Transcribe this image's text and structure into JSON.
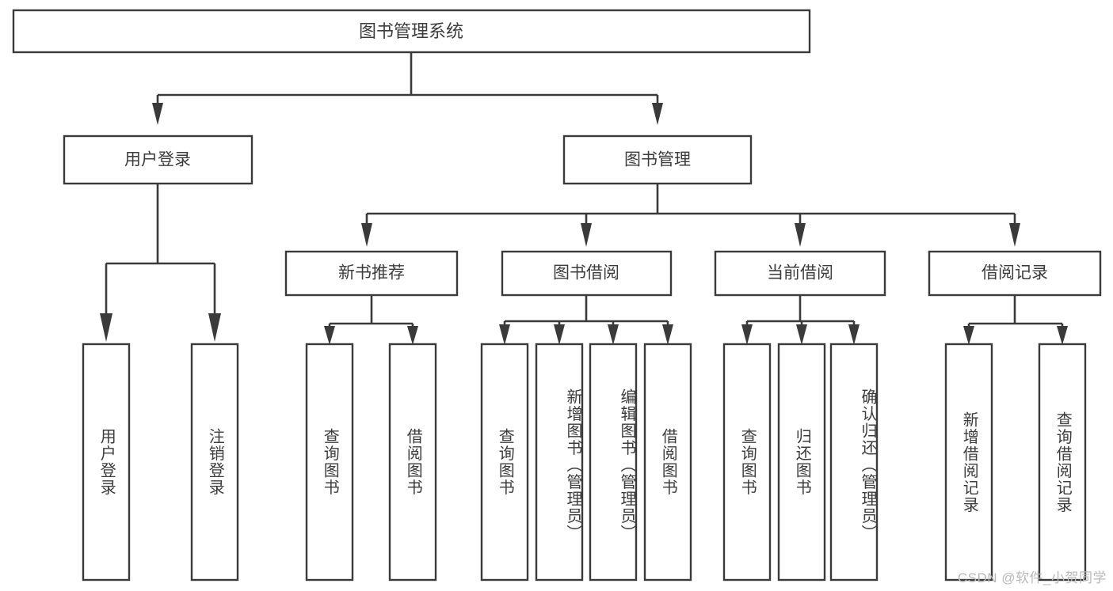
{
  "diagram": {
    "type": "tree-hierarchy",
    "title": "图书管理系统",
    "watermark": "CSDN @软件_小贺同学",
    "colors": {
      "line": "#3a3a3a",
      "box_fill": "#ffffff",
      "text": "#3c3c3c",
      "watermark": "#b9b9b9",
      "background": "#ffffff"
    },
    "root": {
      "label": "图书管理系统",
      "orientation": "horizontal"
    },
    "level2": [
      {
        "label": "用户登录",
        "orientation": "horizontal"
      },
      {
        "label": "图书管理",
        "orientation": "horizontal"
      }
    ],
    "level3": [
      {
        "label": "新书推荐",
        "orientation": "horizontal"
      },
      {
        "label": "图书借阅",
        "orientation": "horizontal"
      },
      {
        "label": "当前借阅",
        "orientation": "horizontal"
      },
      {
        "label": "借阅记录",
        "orientation": "horizontal"
      }
    ],
    "leaves": {
      "user_login": [
        {
          "label": "用户登录",
          "orientation": "vertical"
        },
        {
          "label": "注销登录",
          "orientation": "vertical"
        }
      ],
      "new_book_recommend": [
        {
          "label": "查询图书",
          "orientation": "vertical"
        },
        {
          "label": "借阅图书",
          "orientation": "vertical"
        }
      ],
      "book_borrow": [
        {
          "label": "查询图书",
          "orientation": "vertical"
        },
        {
          "label": "新增图书（管理员）",
          "orientation": "vertical"
        },
        {
          "label": "编辑图书（管理员）",
          "orientation": "vertical"
        },
        {
          "label": "借阅图书",
          "orientation": "vertical"
        }
      ],
      "current_borrow": [
        {
          "label": "查询图书",
          "orientation": "vertical"
        },
        {
          "label": "归还图书",
          "orientation": "vertical"
        },
        {
          "label": "确认归还（管理员）",
          "orientation": "vertical"
        }
      ],
      "borrow_record": [
        {
          "label": "新增借阅记录",
          "orientation": "vertical"
        },
        {
          "label": "查询借阅记录",
          "orientation": "vertical"
        }
      ]
    }
  }
}
